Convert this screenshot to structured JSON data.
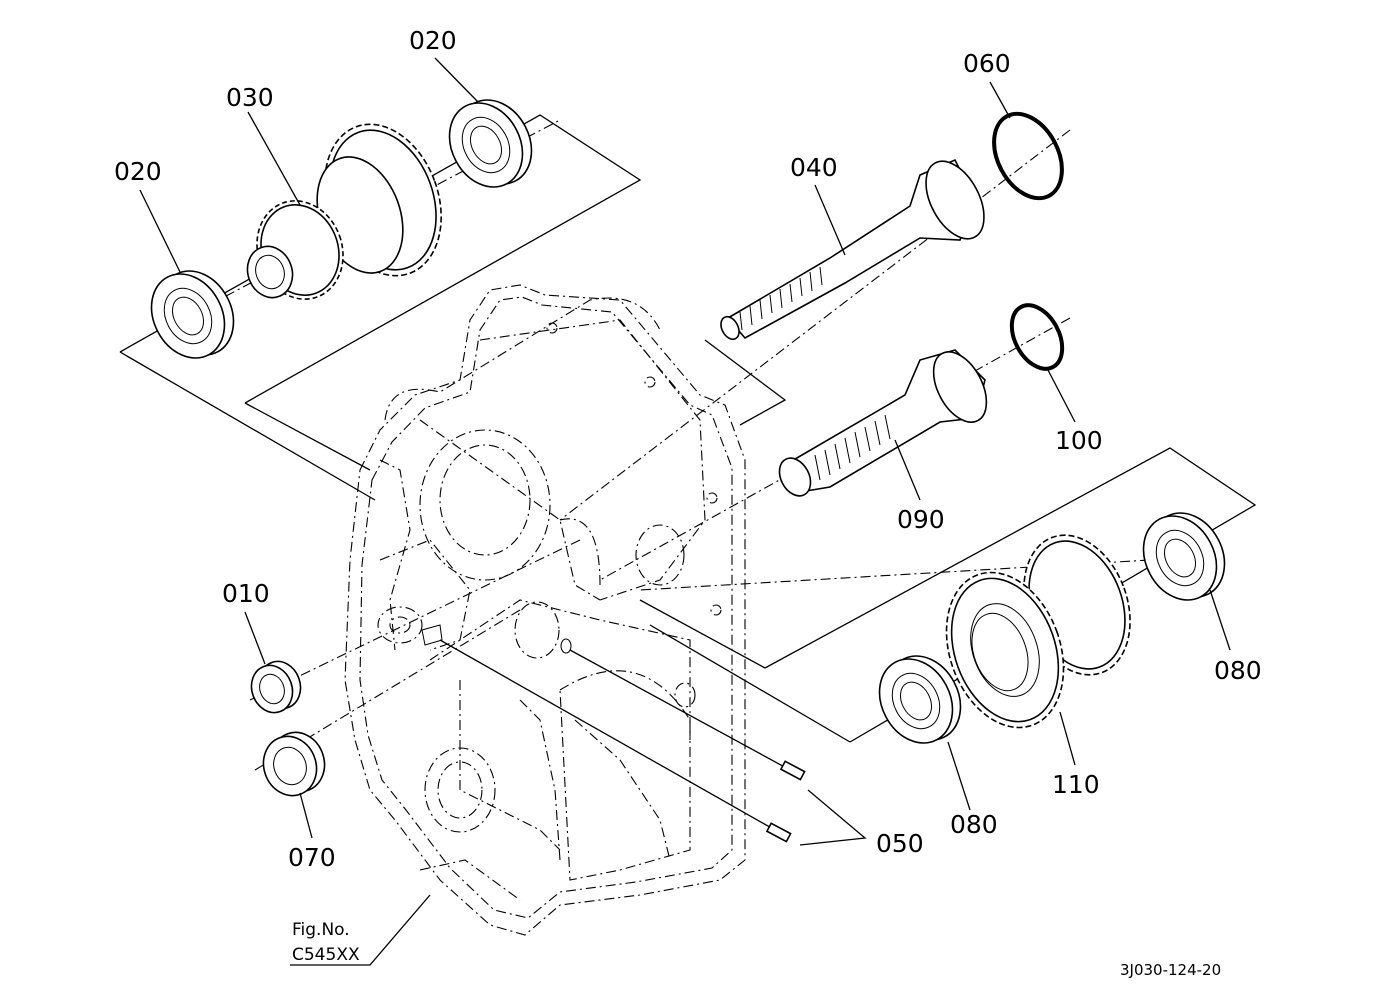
{
  "diagram": {
    "part_labels": [
      "020",
      "030",
      "020",
      "010",
      "070",
      "060",
      "040",
      "100",
      "090",
      "080",
      "110",
      "080",
      "050"
    ],
    "figure_caption": {
      "line1": "Fig.No.",
      "line2": "C545XX"
    },
    "drawing_code": "3J030-124-20"
  },
  "icons": [
    "bearing-icon",
    "gear-icon",
    "shaft-icon",
    "o-ring-icon",
    "oil-seal-icon",
    "pin-icon",
    "housing-icon"
  ]
}
